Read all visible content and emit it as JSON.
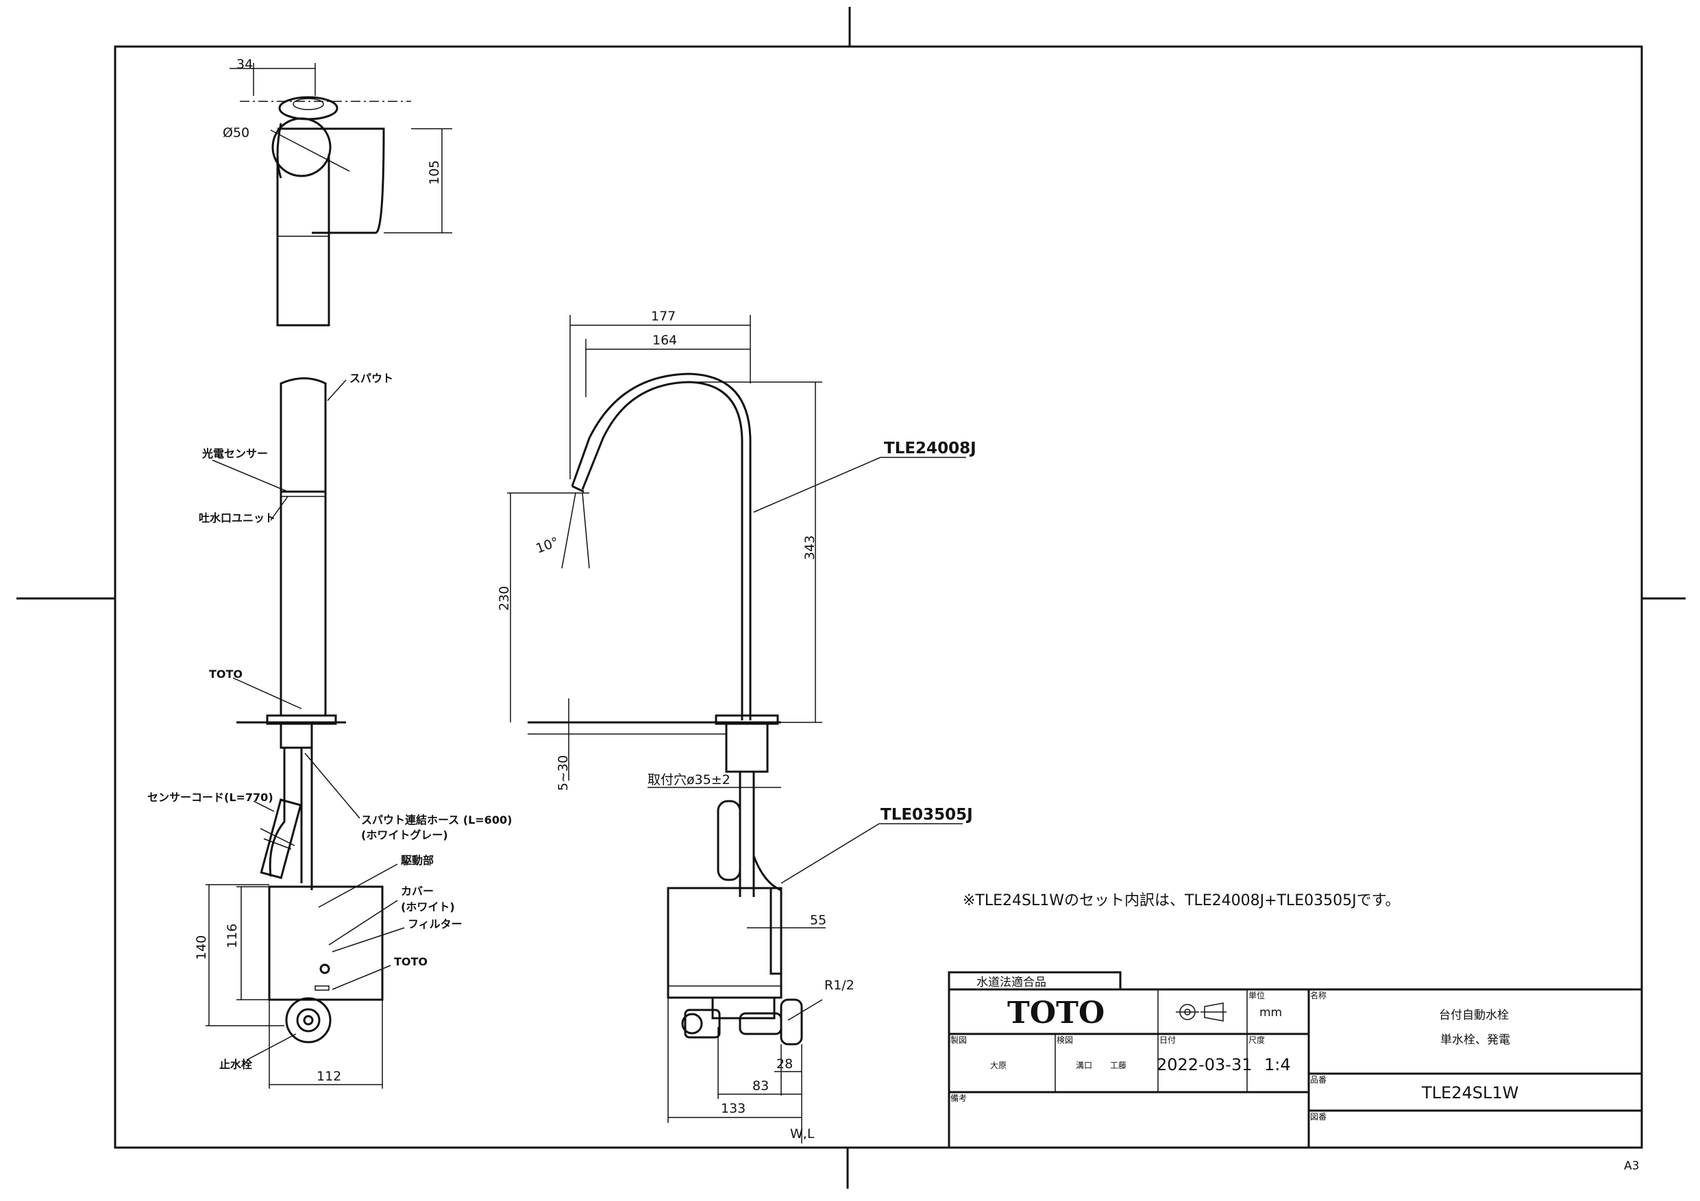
{
  "drawing": {
    "views": {
      "top_view": {
        "dims": {
          "width_34": "34",
          "dia_50": "Ø50",
          "depth_105": "105"
        }
      },
      "side_view": {
        "labels": {
          "spout": "スパウト",
          "photo_sensor": "光電センサー",
          "outlet_unit": "吐水口ユニット",
          "toto_mark": "TOTO",
          "sensor_cord": "センサーコード(L=770)",
          "spout_hose_1": "スパウト連結ホース (L=600)",
          "spout_hose_2": "(ホワイトグレー)",
          "drive_unit": "駆動部",
          "cover_1": "カバー",
          "cover_2": "(ホワイト)",
          "filter": "フィルター",
          "toto_mark_box": "TOTO",
          "stop_valve": "止水栓"
        },
        "dims": {
          "h140": "140",
          "h116": "116",
          "w112": "112"
        }
      },
      "front_view": {
        "model_spout": "TLE24008J",
        "model_unit": "TLE03505J",
        "dims": {
          "w177": "177",
          "w164": "164",
          "h343": "343",
          "h230": "230",
          "angle": "10°",
          "thick": "5~30",
          "hole": "取付穴ø35±2",
          "d55": "55",
          "thread": "R1/2",
          "d28": "28",
          "d83": "83",
          "d133": "133",
          "wl": "W,L"
        }
      }
    },
    "note": "※TLE24SL1Wのセット内訳は、TLE24008J+TLE03505Jです。",
    "title_block": {
      "approval_tag": "水道法適合品",
      "brand": "TOTO",
      "unit_label": "単位",
      "unit_value": "mm",
      "name_label": "名称",
      "name_line1": "台付自動水栓",
      "name_line2": "単水栓、発電",
      "drawn_label": "製図",
      "drawn_value": "大原",
      "checked_label": "検図",
      "checked_value_1": "溝口",
      "checked_value_2": "工藤",
      "date_label": "日付",
      "date_value": "2022-03-31",
      "scale_label": "尺度",
      "scale_value": "1:4",
      "product_label": "品番",
      "product_value": "TLE24SL1W",
      "remarks_label": "備考",
      "drawing_no_label": "図番"
    },
    "sheet_size": "A3"
  }
}
